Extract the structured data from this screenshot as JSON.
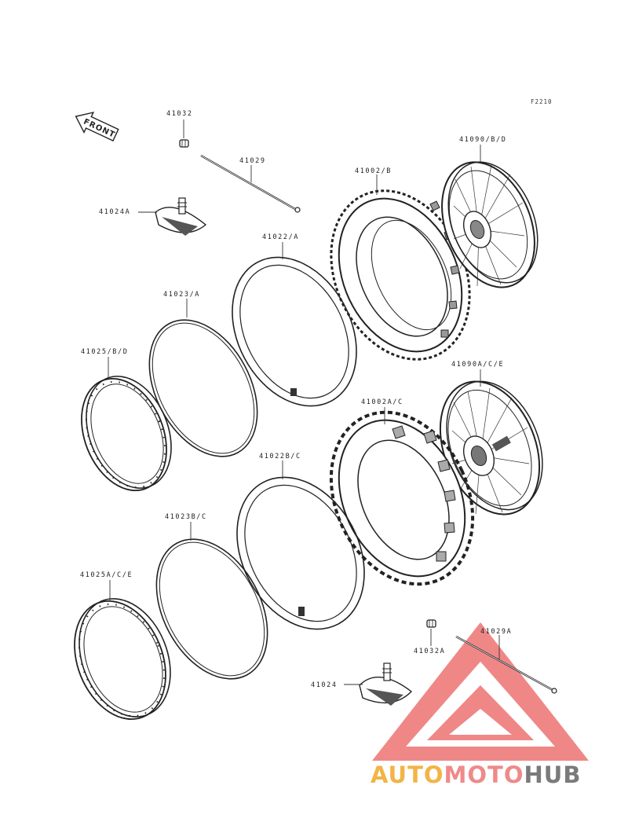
{
  "figure_code": "F2210",
  "front_label": "FRONT",
  "parts": {
    "p41032": "41032",
    "p41029": "41029",
    "p41024A": "41024A",
    "p41002B": "41002/B",
    "p41090BD": "41090/B/D",
    "p41022A": "41022/A",
    "p41023A": "41023/A",
    "p41025BD": "41025/B/D",
    "p41090ACE": "41090A/C/E",
    "p41002AC": "41002A/C",
    "p41022BC": "41022B/C",
    "p41023BC": "41023B/C",
    "p41025ACE": "41025A/C/E",
    "p41029A": "41029A",
    "p41032A": "41032A",
    "p41024": "41024"
  },
  "watermark": {
    "part1": "AUTO",
    "part2": "MOTO",
    "part3": "HUB",
    "colors": {
      "auto": "#f2b447",
      "moto": "#ef8a8a",
      "hub": "#7a7a7a",
      "triangle": "#ec6d6d"
    }
  }
}
